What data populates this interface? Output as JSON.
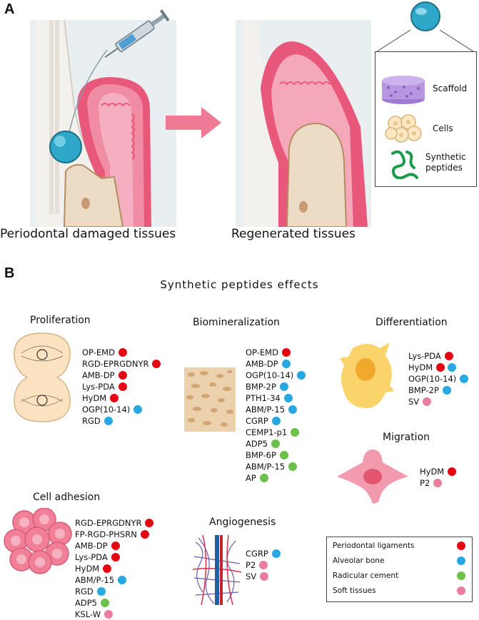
{
  "panel_a": {
    "letter": "A",
    "caption_left": "Periodontal damaged tissues",
    "caption_right": "Regenerated tissues",
    "inset_labels": {
      "scaffold": "Scaffold",
      "cells": "Cells",
      "synthetic_peptides": "Synthetic\npeptides"
    }
  },
  "panel_b": {
    "letter": "B",
    "title": "Synthetic peptides effects",
    "sections": {
      "proliferation": {
        "title": "Proliferation",
        "items": [
          {
            "label": "OP-EMD",
            "color": "red"
          },
          {
            "label": "RGD-EPRGDNYR",
            "color": "red"
          },
          {
            "label": "AMB-DP",
            "color": "red"
          },
          {
            "label": "Lys-PDA",
            "color": "red"
          },
          {
            "label": "HyDM",
            "color": "red"
          },
          {
            "label": "OGP(10-14)",
            "color": "blue"
          },
          {
            "label": "RGD",
            "color": "blue"
          }
        ]
      },
      "biomineralization": {
        "title": "Biomineralization",
        "items": [
          {
            "label": "OP-EMD",
            "color": "red"
          },
          {
            "label": "AMB-DP",
            "color": "blue"
          },
          {
            "label": "OGP(10-14)",
            "color": "blue"
          },
          {
            "label": "BMP-2P",
            "color": "blue"
          },
          {
            "label": "PTH1-34",
            "color": "blue"
          },
          {
            "label": "ABM/P-15",
            "color": "blue"
          },
          {
            "label": "CGRP",
            "color": "blue"
          },
          {
            "label": "CEMP1-p1",
            "color": "green"
          },
          {
            "label": "ADP5",
            "color": "green"
          },
          {
            "label": "BMP-6P",
            "color": "green"
          },
          {
            "label": "ABM/P-15",
            "color": "green"
          },
          {
            "label": "AP",
            "color": "green"
          }
        ]
      },
      "differentiation": {
        "title": "Differentiation",
        "items": [
          {
            "label": "Lys-PDA",
            "color": "red"
          },
          {
            "label": "HyDM",
            "color": "red",
            "color2": "blue"
          },
          {
            "label": "OGP(10-14)",
            "color": "blue"
          },
          {
            "label": "BMP-2P",
            "color": "blue"
          },
          {
            "label": "SV",
            "color": "pink"
          }
        ]
      },
      "migration": {
        "title": "Migration",
        "items": [
          {
            "label": "HyDM",
            "color": "red"
          },
          {
            "label": "P2",
            "color": "pink"
          }
        ]
      },
      "cell_adhesion": {
        "title": "Cell adhesion",
        "items": [
          {
            "label": "RGD-EPRGDNYR",
            "color": "red"
          },
          {
            "label": "FP-RGD-PHSRN",
            "color": "red"
          },
          {
            "label": "AMB-DP",
            "color": "red"
          },
          {
            "label": "Lys-PDA",
            "color": "red"
          },
          {
            "label": "HyDM",
            "color": "red"
          },
          {
            "label": "ABM/P-15",
            "color": "blue"
          },
          {
            "label": "RGD",
            "color": "blue"
          },
          {
            "label": "ADP5",
            "color": "green"
          },
          {
            "label": "KSL-W",
            "color": "pink"
          }
        ]
      },
      "angiogenesis": {
        "title": "Angiogenesis",
        "items": [
          {
            "label": "CGRP",
            "color": "blue"
          },
          {
            "label": "P2",
            "color": "pink"
          },
          {
            "label": "SV",
            "color": "pink"
          }
        ]
      }
    },
    "legend": [
      {
        "label": "Periodontal ligaments",
        "color": "red"
      },
      {
        "label": "Alveolar bone",
        "color": "blue"
      },
      {
        "label": "Radicular cement",
        "color": "green"
      },
      {
        "label": "Soft tissues",
        "color": "pink"
      }
    ]
  },
  "colors": {
    "red": "#e30613",
    "blue": "#27a8e0",
    "green": "#6cc14a",
    "pink": "#e87d9d",
    "gum": "#e8587a",
    "panel_bg": "#e9eff1"
  }
}
